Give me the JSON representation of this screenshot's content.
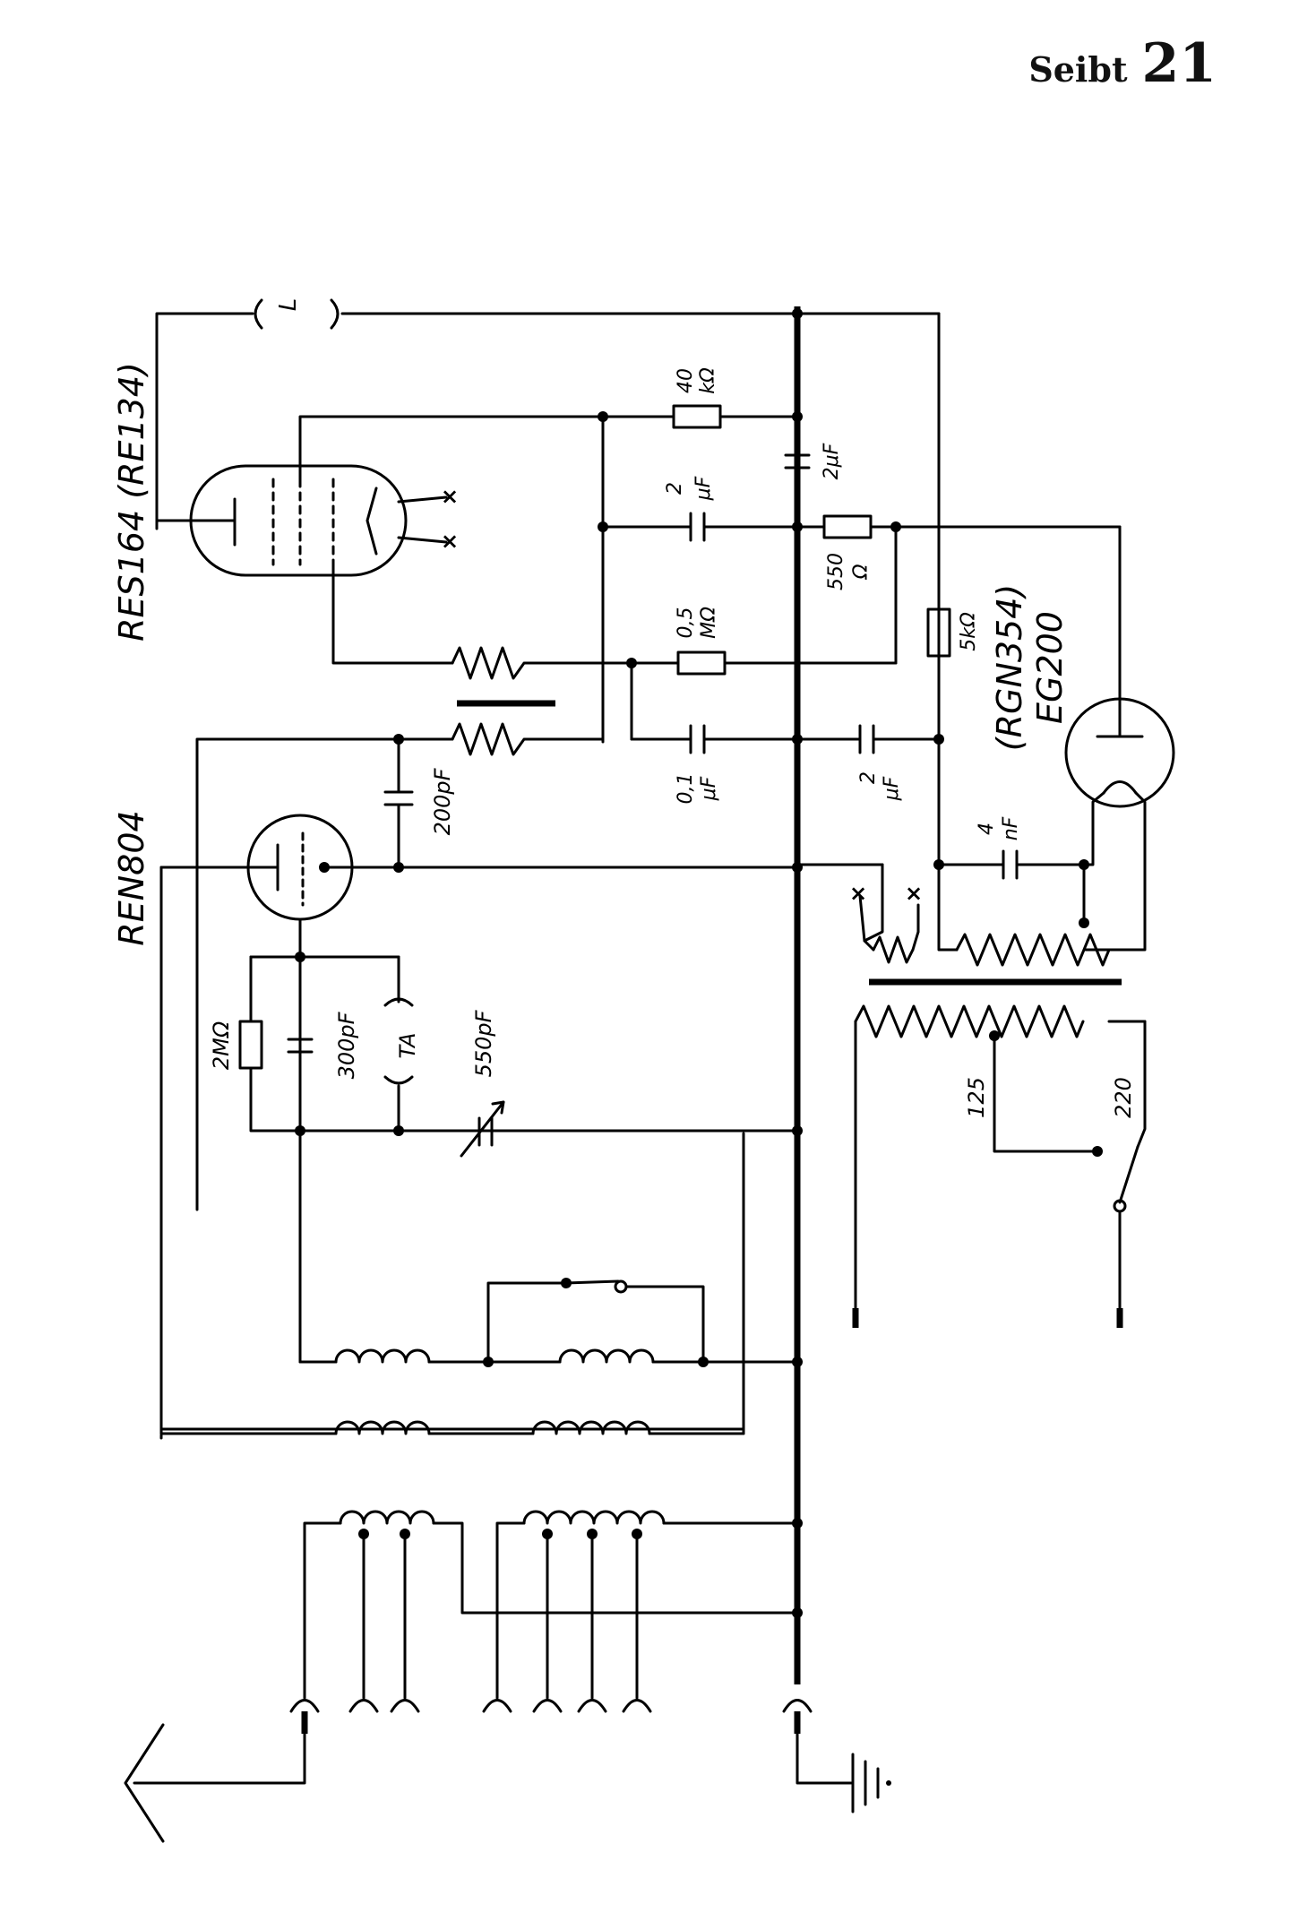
{
  "header": {
    "brand": "Seibt",
    "page_number": "21"
  },
  "tubes": {
    "rectifier_top": "RES164 (RE134)",
    "detector": "REN804",
    "rectifier_right_a": "(RGN354)",
    "rectifier_right_b": "EG200"
  },
  "components": {
    "r_40k_a": "40",
    "r_40k_b": "kΩ",
    "c_2uf_top_a": "2",
    "c_2uf_top_b": "μF",
    "c_2uf_v": "2μF",
    "r_550_a": "550",
    "r_550_b": "Ω",
    "r_05m_a": "0,5",
    "r_05m_b": "MΩ",
    "r_5k": "5kΩ",
    "c_01uf_a": "0,1",
    "c_01uf_b": "μF",
    "c_2uf_low_a": "2",
    "c_2uf_low_b": "μF",
    "c_200pf": "200pF",
    "c_4nf_a": "4",
    "c_4nf_b": "nF",
    "r_2m": "2MΩ",
    "c_300pf": "300pF",
    "ta": "TA",
    "c_550pf": "550pF",
    "choke_l": "L",
    "tap_125": "125",
    "tap_220": "220"
  },
  "colors": {
    "ink": "#000000",
    "paper": "#ffffff"
  }
}
